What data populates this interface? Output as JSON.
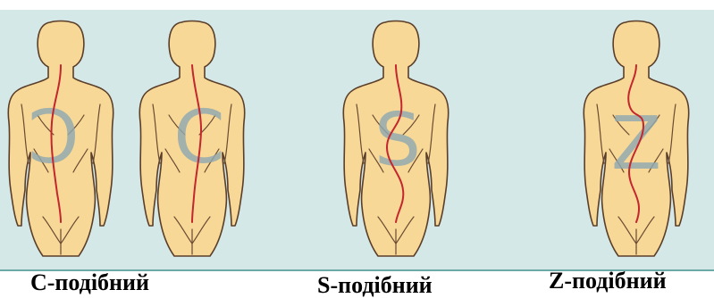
{
  "figures": [
    {
      "id": "c-left",
      "letter": "Ɔ",
      "spine": "left-c"
    },
    {
      "id": "c-right",
      "letter": "C",
      "spine": "right-c"
    },
    {
      "id": "s",
      "letter": "S",
      "spine": "s"
    },
    {
      "id": "z",
      "letter": "Z",
      "spine": "z"
    }
  ],
  "captions": {
    "c": "C-подібний",
    "s": "S-подібний",
    "z": "Z-подібний"
  },
  "colors": {
    "panel": "#d4e8e8",
    "skin": "#f8d896",
    "spine": "#c4262e",
    "letter": "#8fa8b0"
  }
}
